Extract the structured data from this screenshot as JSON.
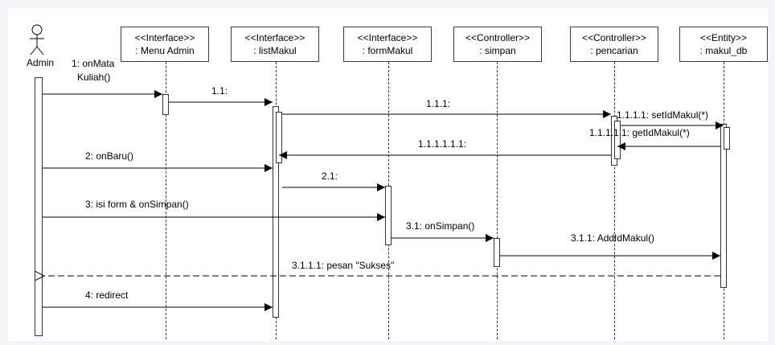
{
  "actor": {
    "name": "Admin"
  },
  "lifelines": [
    {
      "id": "menu-admin",
      "stereotype": "<<Interface>>",
      "name": ": Menu Admin"
    },
    {
      "id": "list-makul",
      "stereotype": "<<Interface>>",
      "name": ": listMakul"
    },
    {
      "id": "form-makul",
      "stereotype": "<<Interface>>",
      "name": ": formMakul"
    },
    {
      "id": "simpan",
      "stereotype": "<<Controller>>",
      "name": ": simpan"
    },
    {
      "id": "pencarian",
      "stereotype": "<<Controller>>",
      "name": ": pencarian"
    },
    {
      "id": "makul-db",
      "stereotype": "<<Entity>>",
      "name": ": makul_db"
    }
  ],
  "messages": {
    "m1_line1": "1: onMata",
    "m1_line2": "Kuliah()",
    "m11": "1.1:",
    "m111": "1.1.1:",
    "m1111": "1.1.1.1: setIdMakul(*)",
    "m11111": "1.1.1.1.1: getIdMakul(*)",
    "m111111": "1.1.1.1.1.1:",
    "m2": "2: onBaru()",
    "m21": "2.1:",
    "m3": "3: isi form & onSimpan()",
    "m31": "3.1: onSimpan()",
    "m311": "3.1.1: AddIdMakul()",
    "m3111": "3.1.1.1: pesan \"Sukses\"",
    "m4": "4: redirect"
  }
}
